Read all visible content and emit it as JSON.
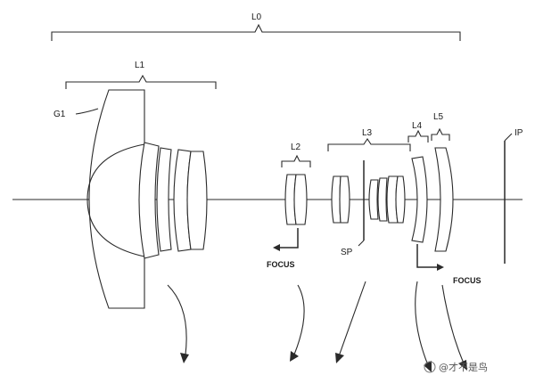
{
  "diagram": {
    "labels": {
      "overall": "L0",
      "group1": "L1",
      "element_g1": "G1",
      "group2": "L2",
      "group3": "L3",
      "group4": "L4",
      "group5": "L5",
      "image_plane": "IP",
      "stop": "SP",
      "focus_left": "FOCUS",
      "focus_right": "FOCUS"
    },
    "watermark": "@才不是鸟"
  },
  "colors": {
    "line": "#2a2a2a",
    "background": "#ffffff"
  }
}
